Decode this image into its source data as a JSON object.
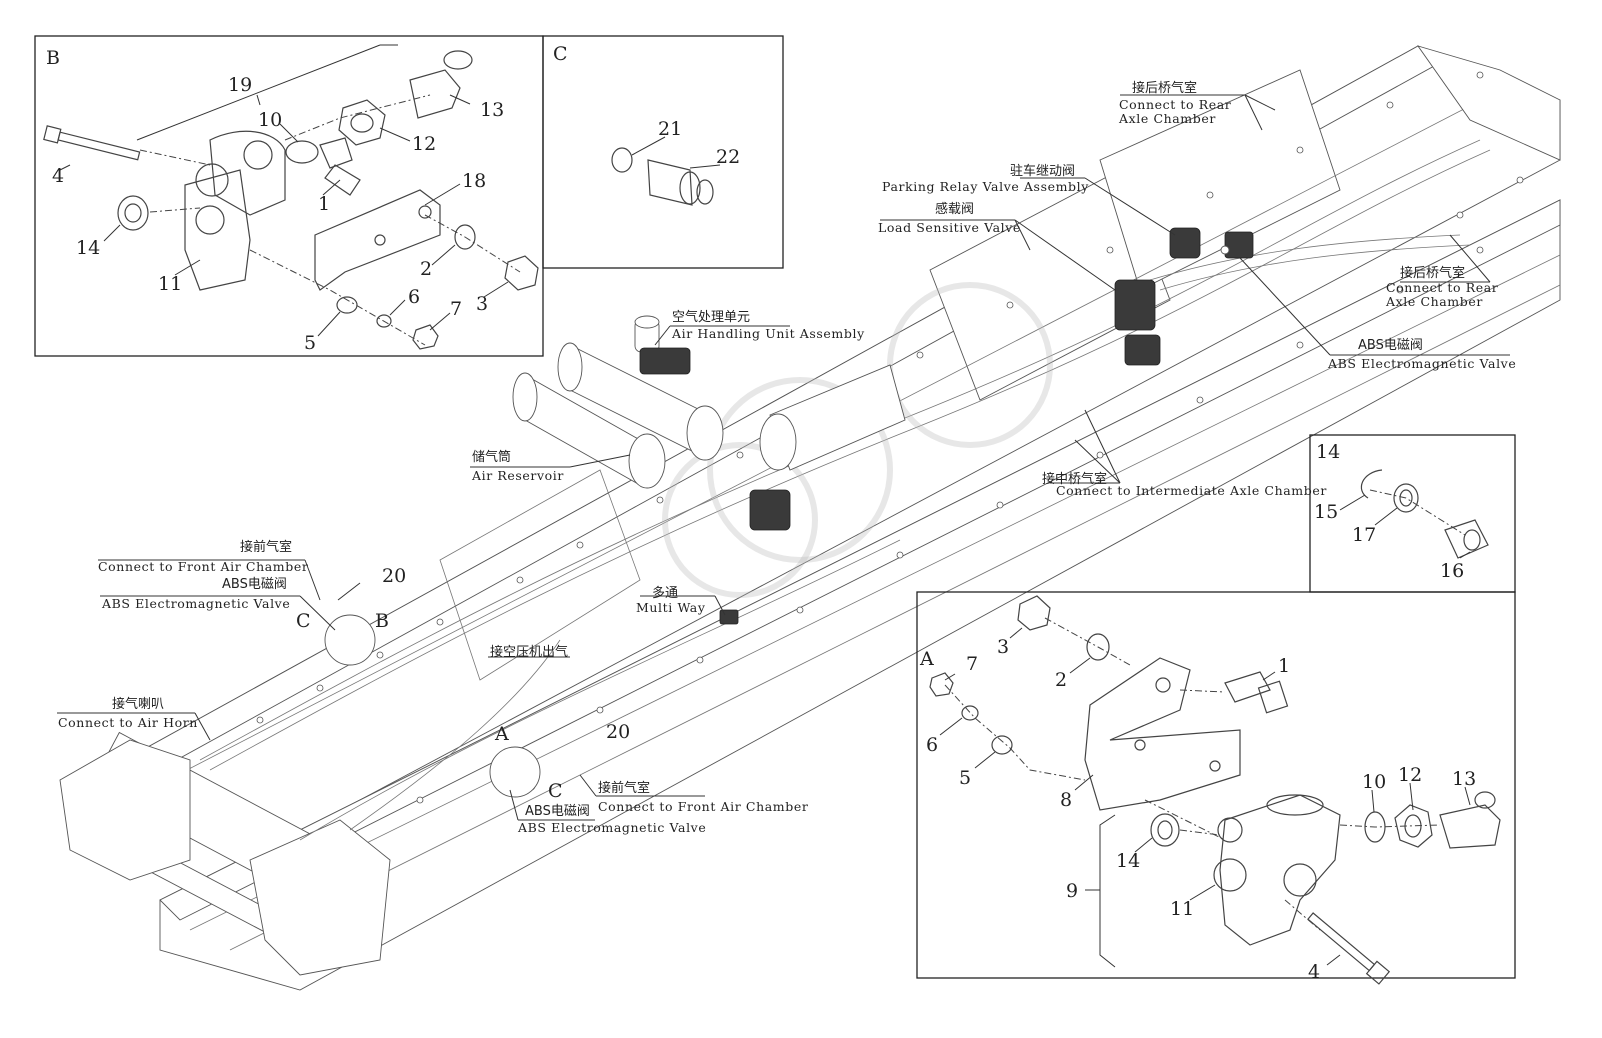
{
  "inset_labels": {
    "b": "B",
    "c": "C",
    "a": "A",
    "d": "14"
  },
  "callouts": {
    "connect_rear_upper_cn": "接后桥气室",
    "connect_rear_upper_en1": "Connect to Rear",
    "connect_rear_upper_en2": "Axle Chamber",
    "parking_relay_cn": "驻车继动阀",
    "parking_relay_en": "Parking Relay Valve Assembly",
    "load_sensitive_cn": "感载阀",
    "load_sensitive_en": "Load Sensitive Valve",
    "connect_rear_right_cn": "接后桥气室",
    "connect_rear_right_en1": "Connect to Rear",
    "connect_rear_right_en2": "Axle Chamber",
    "abs_right_cn": "ABS电磁阀",
    "abs_right_en": "ABS Electromagnetic Valve",
    "air_handling_cn": "空气处理单元",
    "air_handling_en": "Air Handling Unit Assembly",
    "air_reservoir_cn": "储气筒",
    "air_reservoir_en": "Air Reservoir",
    "connect_mid_cn": "接中桥气室",
    "connect_mid_en": "Connect to Intermediate Axle Chamber",
    "connect_front_left_cn": "接前气室",
    "connect_front_left_en": "Connect to Front Air Chamber",
    "abs_left_cn": "ABS电磁阀",
    "abs_left_en": "ABS Electromagnetic Valve",
    "multi_way_cn": "多通",
    "multi_way_en": "Multi Way",
    "compressor_cn": "接空压机出气",
    "air_horn_cn": "接气喇叭",
    "air_horn_en": "Connect to Air Horn",
    "connect_front_bottom_cn": "接前气室",
    "connect_front_bottom_en": "Connect to Front Air Chamber",
    "abs_bottom_cn": "ABS电磁阀",
    "abs_bottom_en": "ABS Electromagnetic Valve"
  },
  "frame_marks": {
    "c_left": "C",
    "b_left": "B",
    "a_mid": "A",
    "c_mid": "C",
    "n20_left": "20",
    "n20_mid": "20"
  },
  "inset_b_numbers": [
    "19",
    "10",
    "13",
    "12",
    "4",
    "1",
    "18",
    "14",
    "11",
    "2",
    "3",
    "6",
    "7",
    "5"
  ],
  "inset_c_numbers": [
    "21",
    "22"
  ],
  "inset_d_numbers": [
    "15",
    "17",
    "16"
  ],
  "inset_a_numbers": [
    "3",
    "7",
    "2",
    "1",
    "6",
    "5",
    "8",
    "10",
    "12",
    "13",
    "14",
    "9",
    "11",
    "4"
  ]
}
